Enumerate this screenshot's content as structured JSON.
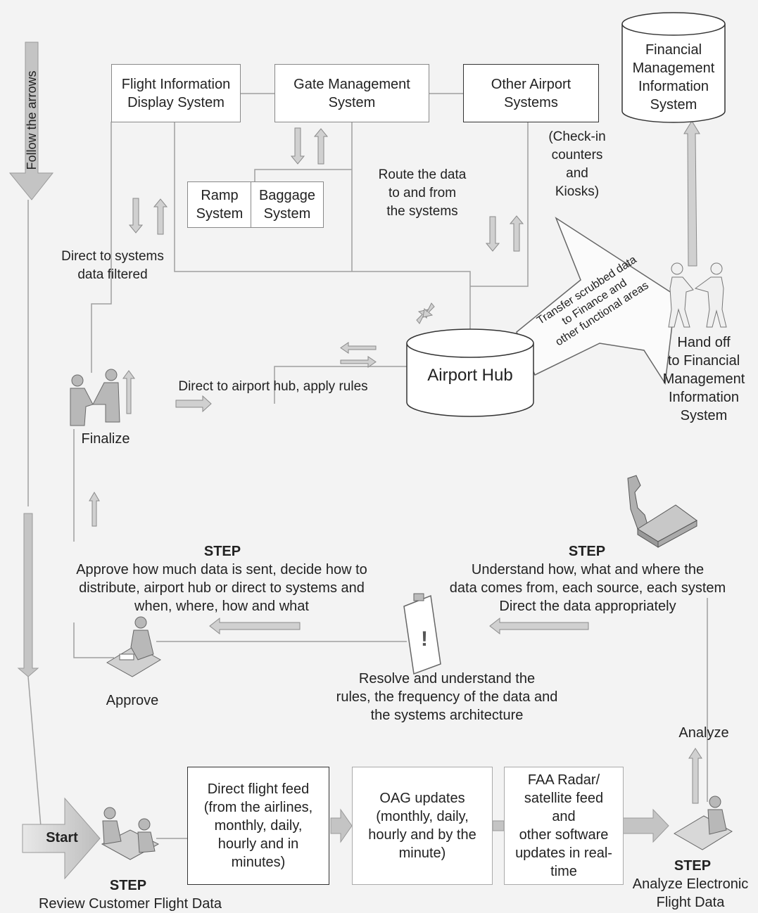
{
  "follow_label": "Follow the arrows",
  "systems": {
    "fids": "Flight Information\nDisplay System",
    "gate": "Gate Management\nSystem",
    "other": "Other Airport\nSystems",
    "ramp": "Ramp\nSystem",
    "baggage": "Baggage\nSystem",
    "fmis": "Financial\nManagement\nInformation\nSystem"
  },
  "labels": {
    "checkin": "(Check-in\ncounters\nand\nKiosks)",
    "route": "Route the data\nto and from\nthe systems",
    "direct_filtered": "Direct to systems\ndata filtered",
    "hub": "Airport Hub",
    "direct_hub": "Direct to airport hub, apply rules",
    "transfer": "Transfer scrubbed data\nto Finance and\nother functional areas",
    "handoff": "Hand off\nto Financial\nManagement\nInformation\nSystem",
    "finalize": "Finalize",
    "approve": "Approve",
    "analyze": "Analyze",
    "start": "Start"
  },
  "steps": {
    "step_word": "STEP",
    "approve_text": "Approve how much data is sent, decide how to\ndistribute, airport hub or direct to systems and\nwhen, where, how and what",
    "understand_text": "Understand how, what and where the\ndata comes from, each source, each system\nDirect the data appropriately",
    "resolve_text": "Resolve and understand the\nrules, the frequency of the data and\nthe systems architecture",
    "review_text": "Review Customer Flight Data",
    "analyze_text": "Analyze Electronic\nFlight Data"
  },
  "feeds": {
    "direct": "Direct flight feed\n(from the airlines,\nmonthly, daily,\nhourly and in\nminutes)",
    "oag": "OAG updates\n(monthly, daily,\nhourly and by the\nminute)",
    "faa": "FAA Radar/\nsatellite feed\nand\nother software\nupdates in real-\ntime"
  },
  "colors": {
    "arrow_fill": "#c8c8c8",
    "arrow_stroke": "#9a9a9a",
    "line": "#9a9a9a",
    "figure": "#b5b5b5"
  }
}
